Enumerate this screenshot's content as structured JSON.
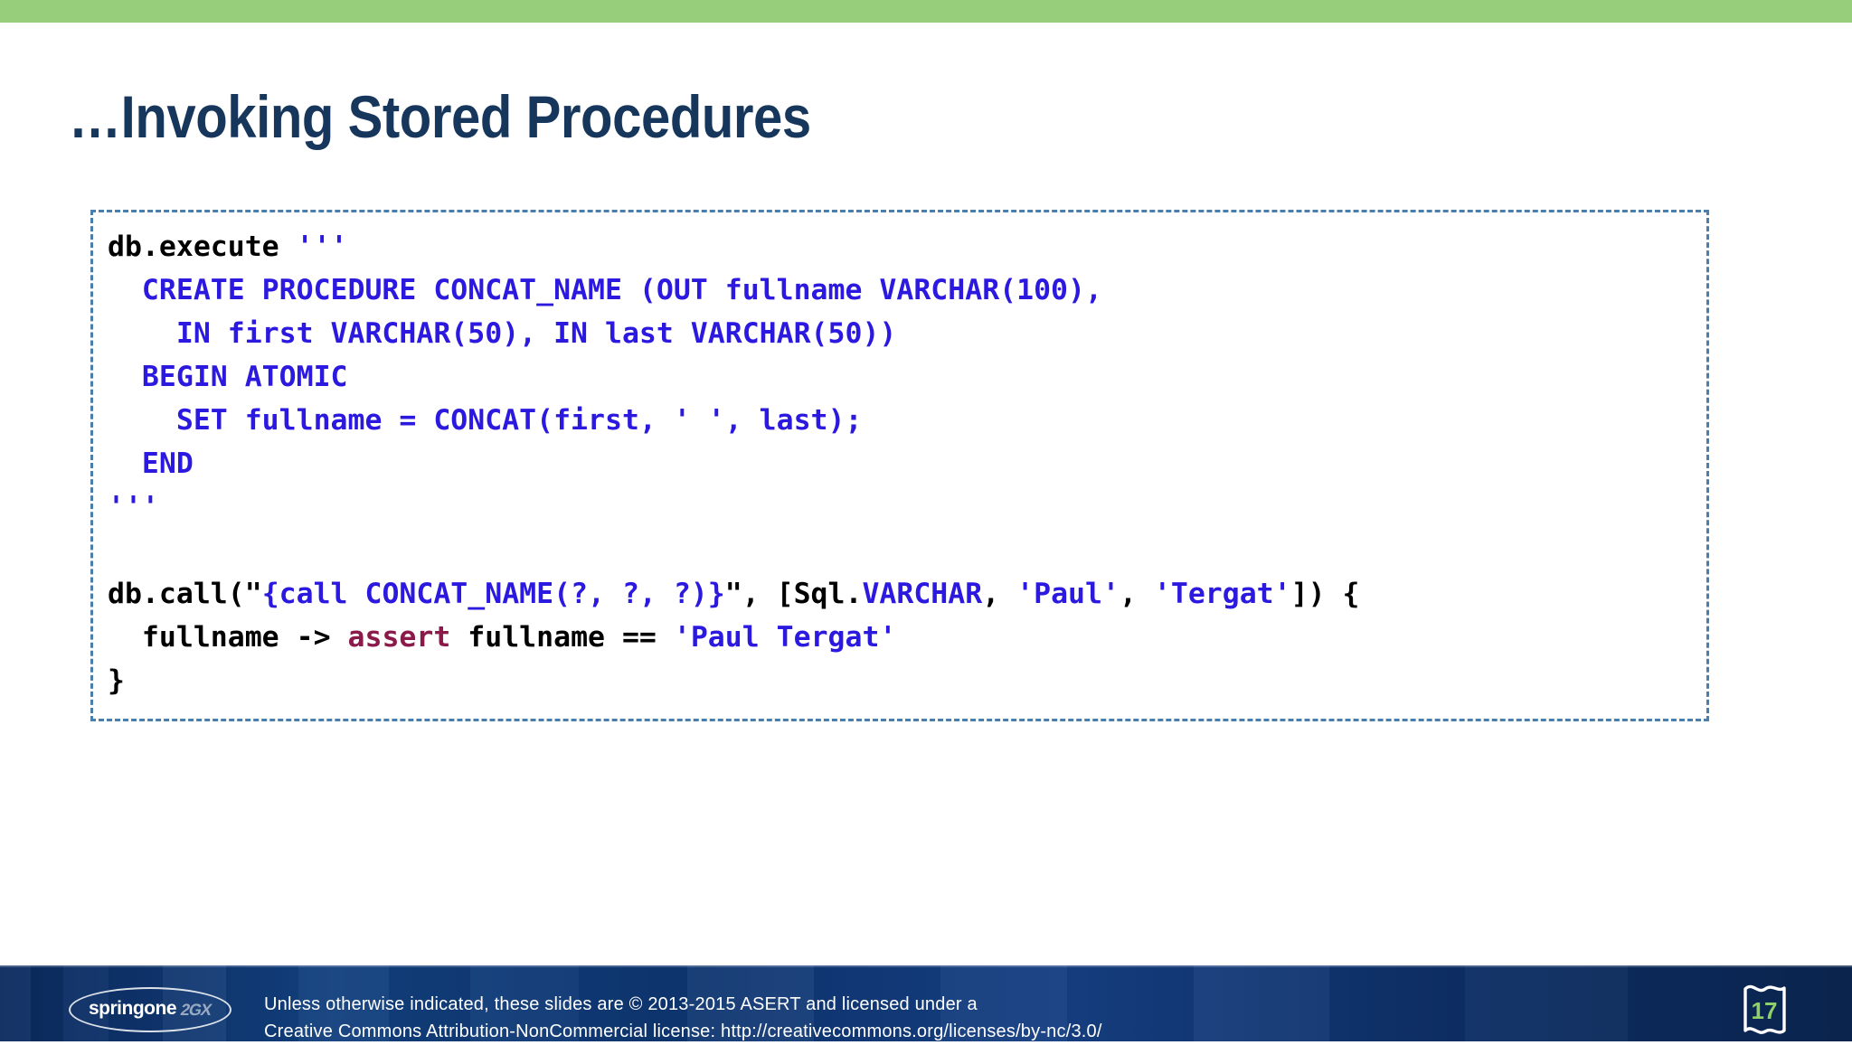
{
  "slide": {
    "title": "…Invoking Stored Procedures",
    "accent_bar_color": "#96ce7c",
    "title_color": "#16365c"
  },
  "code_block": {
    "border_color": "#4a7fac",
    "string_color": "#2c19e0",
    "keyword_color": "#8b1a4a",
    "plain_color": "#000000",
    "lines": [
      {
        "segments": [
          {
            "text": "db.execute ",
            "style": "plain"
          },
          {
            "text": "'''",
            "style": "string"
          }
        ]
      },
      {
        "segments": [
          {
            "text": "  CREATE PROCEDURE CONCAT_NAME (OUT fullname VARCHAR(100),",
            "style": "string"
          }
        ]
      },
      {
        "segments": [
          {
            "text": "    IN first VARCHAR(50), IN last VARCHAR(50))",
            "style": "string"
          }
        ]
      },
      {
        "segments": [
          {
            "text": "  BEGIN ATOMIC",
            "style": "string"
          }
        ]
      },
      {
        "segments": [
          {
            "text": "    SET fullname = CONCAT(first, ' ', last);",
            "style": "string"
          }
        ]
      },
      {
        "segments": [
          {
            "text": "  END",
            "style": "string"
          }
        ]
      },
      {
        "segments": [
          {
            "text": "'''",
            "style": "string"
          }
        ]
      },
      {
        "segments": [
          {
            "text": "",
            "style": "plain"
          }
        ]
      },
      {
        "segments": [
          {
            "text": "db.call(\"",
            "style": "plain"
          },
          {
            "text": "{call CONCAT_NAME(?, ?, ?)}",
            "style": "string"
          },
          {
            "text": "\", [Sql.",
            "style": "plain"
          },
          {
            "text": "VARCHAR",
            "style": "string"
          },
          {
            "text": ", ",
            "style": "plain"
          },
          {
            "text": "'Paul'",
            "style": "string"
          },
          {
            "text": ", ",
            "style": "plain"
          },
          {
            "text": "'Tergat'",
            "style": "string"
          },
          {
            "text": "]) {",
            "style": "plain"
          }
        ]
      },
      {
        "segments": [
          {
            "text": "  fullname -> ",
            "style": "plain"
          },
          {
            "text": "assert",
            "style": "keyword"
          },
          {
            "text": " fullname == ",
            "style": "plain"
          },
          {
            "text": "'Paul Tergat'",
            "style": "string"
          }
        ]
      },
      {
        "segments": [
          {
            "text": "}",
            "style": "plain"
          }
        ]
      }
    ]
  },
  "footer": {
    "logo_text": "springone",
    "logo_mark": "2GX",
    "copyright_line1": "Unless otherwise indicated, these slides are © 2013-2015 ASERT and licensed under a",
    "copyright_line2": "Creative Commons Attribution-NonCommercial license: http://creativecommons.org/licenses/by-nc/3.0/",
    "page_number": "17",
    "page_number_color": "#8fd166",
    "background_color": "#0e3570"
  }
}
